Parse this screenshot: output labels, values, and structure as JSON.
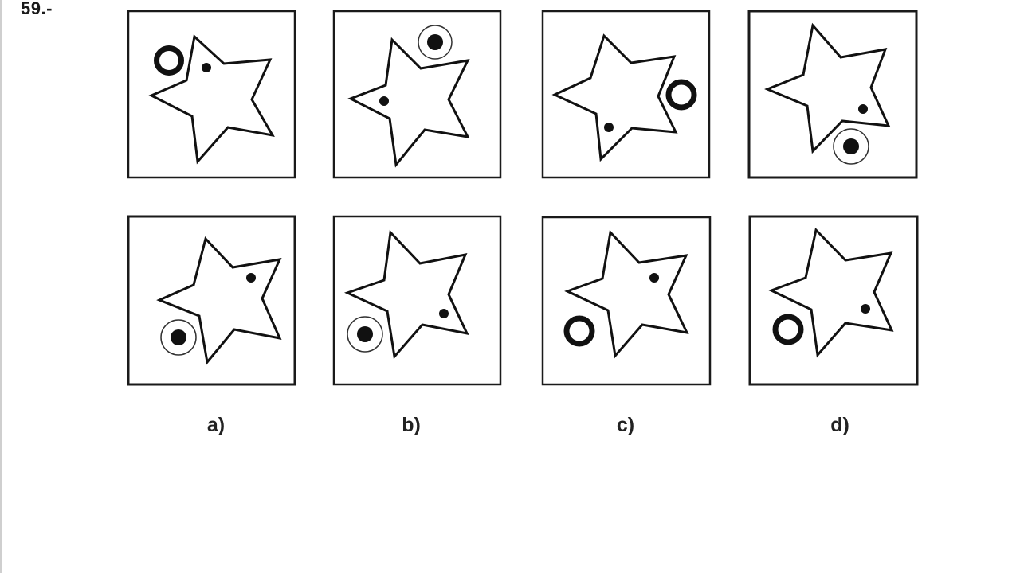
{
  "question": {
    "number": "59.-"
  },
  "sequence_panels": [
    {
      "ring_style": "bold-ring"
    },
    {
      "ring_style": "thin-ring-with-dot"
    },
    {
      "ring_style": "bold-ring"
    },
    {
      "ring_style": "thin-ring-with-dot"
    }
  ],
  "answer_options": [
    {
      "label": "a)",
      "ring_style": "thin-ring-with-dot"
    },
    {
      "label": "b)",
      "ring_style": "thin-ring-with-dot"
    },
    {
      "label": "c)",
      "ring_style": "bold-ring"
    },
    {
      "label": "d)",
      "ring_style": "bold-ring"
    }
  ],
  "colors": {
    "ink": "#111111",
    "frame": "#1a1a1a",
    "background": "#ffffff"
  }
}
